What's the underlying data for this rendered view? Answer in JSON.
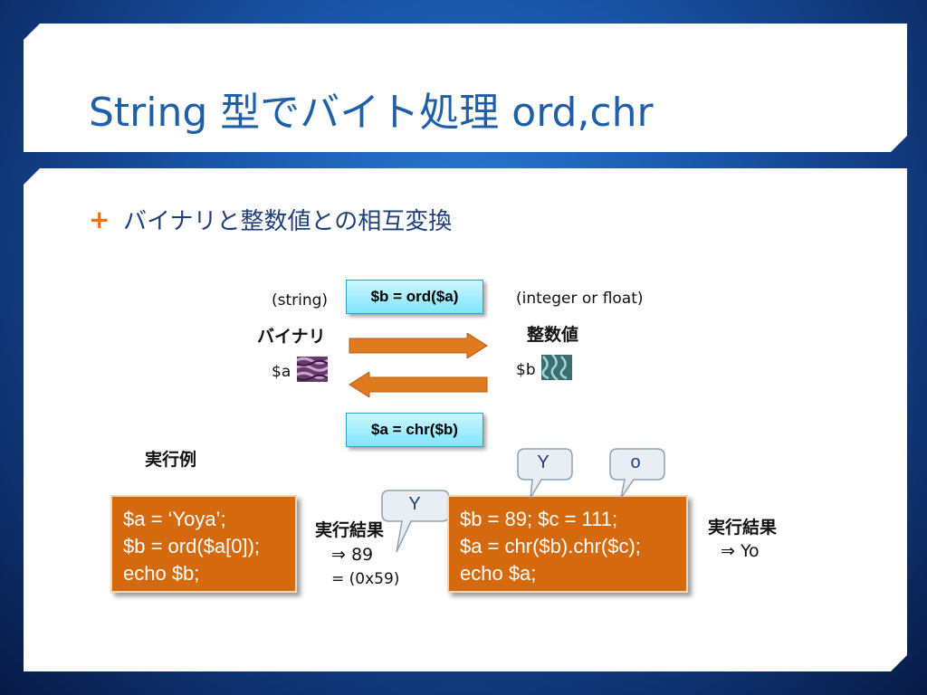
{
  "title": "String 型でバイト処理 ord,chr",
  "bullet": "バイナリと整数値との相互変換",
  "diagram": {
    "left_type": "(string)",
    "left_label": "バイナリ",
    "left_var": "$a",
    "right_type": "(integer or float)",
    "right_label": "整数値",
    "right_var": "$b",
    "ord_btn": "$b = ord($a)",
    "chr_btn": "$a = chr($b)"
  },
  "example_heading": "実行例",
  "example1": {
    "code": [
      "$a = ‘Yoya’;",
      "$b = ord($a[0]);",
      "echo $b;"
    ],
    "result_label": "実行結果",
    "result_value": "⇒  89",
    "hex_note": "= (0x59)",
    "bubble": "Y"
  },
  "example2": {
    "code": [
      "$b = 89; $c = 111;",
      "$a = chr($b).chr($c);",
      "echo $a;"
    ],
    "result_label": "実行結果",
    "result_value": "⇒  Yo",
    "bubble1": "Y",
    "bubble2": "o"
  },
  "colors": {
    "title": "#1f5fa8",
    "arrow": "#e07a1f",
    "code_bg": "#d4690e",
    "button": "#7fe6fb"
  }
}
